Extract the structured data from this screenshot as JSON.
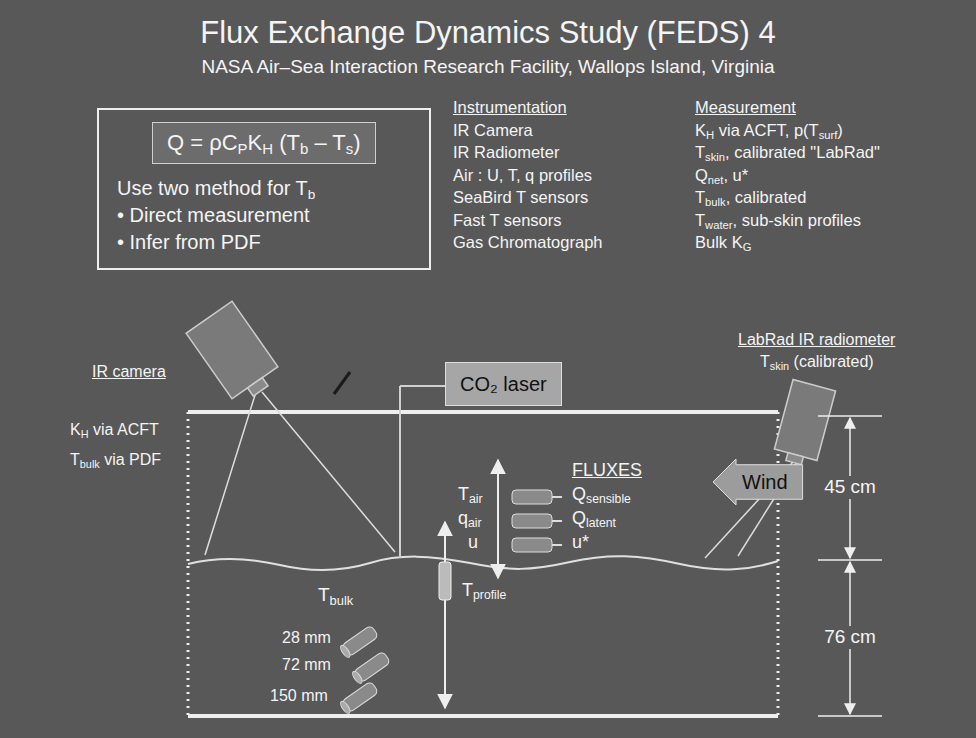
{
  "diagram": {
    "title": "Flux Exchange Dynamics Study (FEDS) 4",
    "nodes": [
      {
        "text": [
          "Use two method for Tb",
          "• Direct measurement",
          "• Infer from PDF"
        ]
      },
      {
        "text": [
          "Q = ρCPKH (Tb – Ts)"
        ],
        "in": 0
      },
      {
        "text": [
          "CO₂ laser"
        ]
      },
      {
        "text": [
          "Wind"
        ]
      }
    ],
    "labels": [
      "NASA Air–Sea Interaction Research Facility, Wallops Island, Virginia",
      "Instrumentation",
      "IR Camera",
      "IR Radiometer",
      "Air : U, T, q profiles",
      "SeaBird T sensors",
      "Fast T sensors",
      "Gas Chromatograph",
      "Measurement",
      "KH via ACFT, p(Tsurf)",
      "Tskin, calibrated \"LabRad\"",
      "Qnet, u*",
      "Tbulk, calibrated",
      "Twater, sub-skin profiles",
      "Bulk KG",
      "IR camera",
      "KH via ACFT",
      "Tbulk via PDF",
      "LabRad IR radiometer",
      "Tskin (calibrated)",
      "FLUXES",
      "Tair",
      "qair",
      "u",
      "Qsensible",
      "Qlatent",
      "u*",
      "Tbulk",
      "28 mm",
      "72 mm",
      "150 mm",
      "Tprofile",
      "45 cm",
      "76 cm"
    ]
  }
}
